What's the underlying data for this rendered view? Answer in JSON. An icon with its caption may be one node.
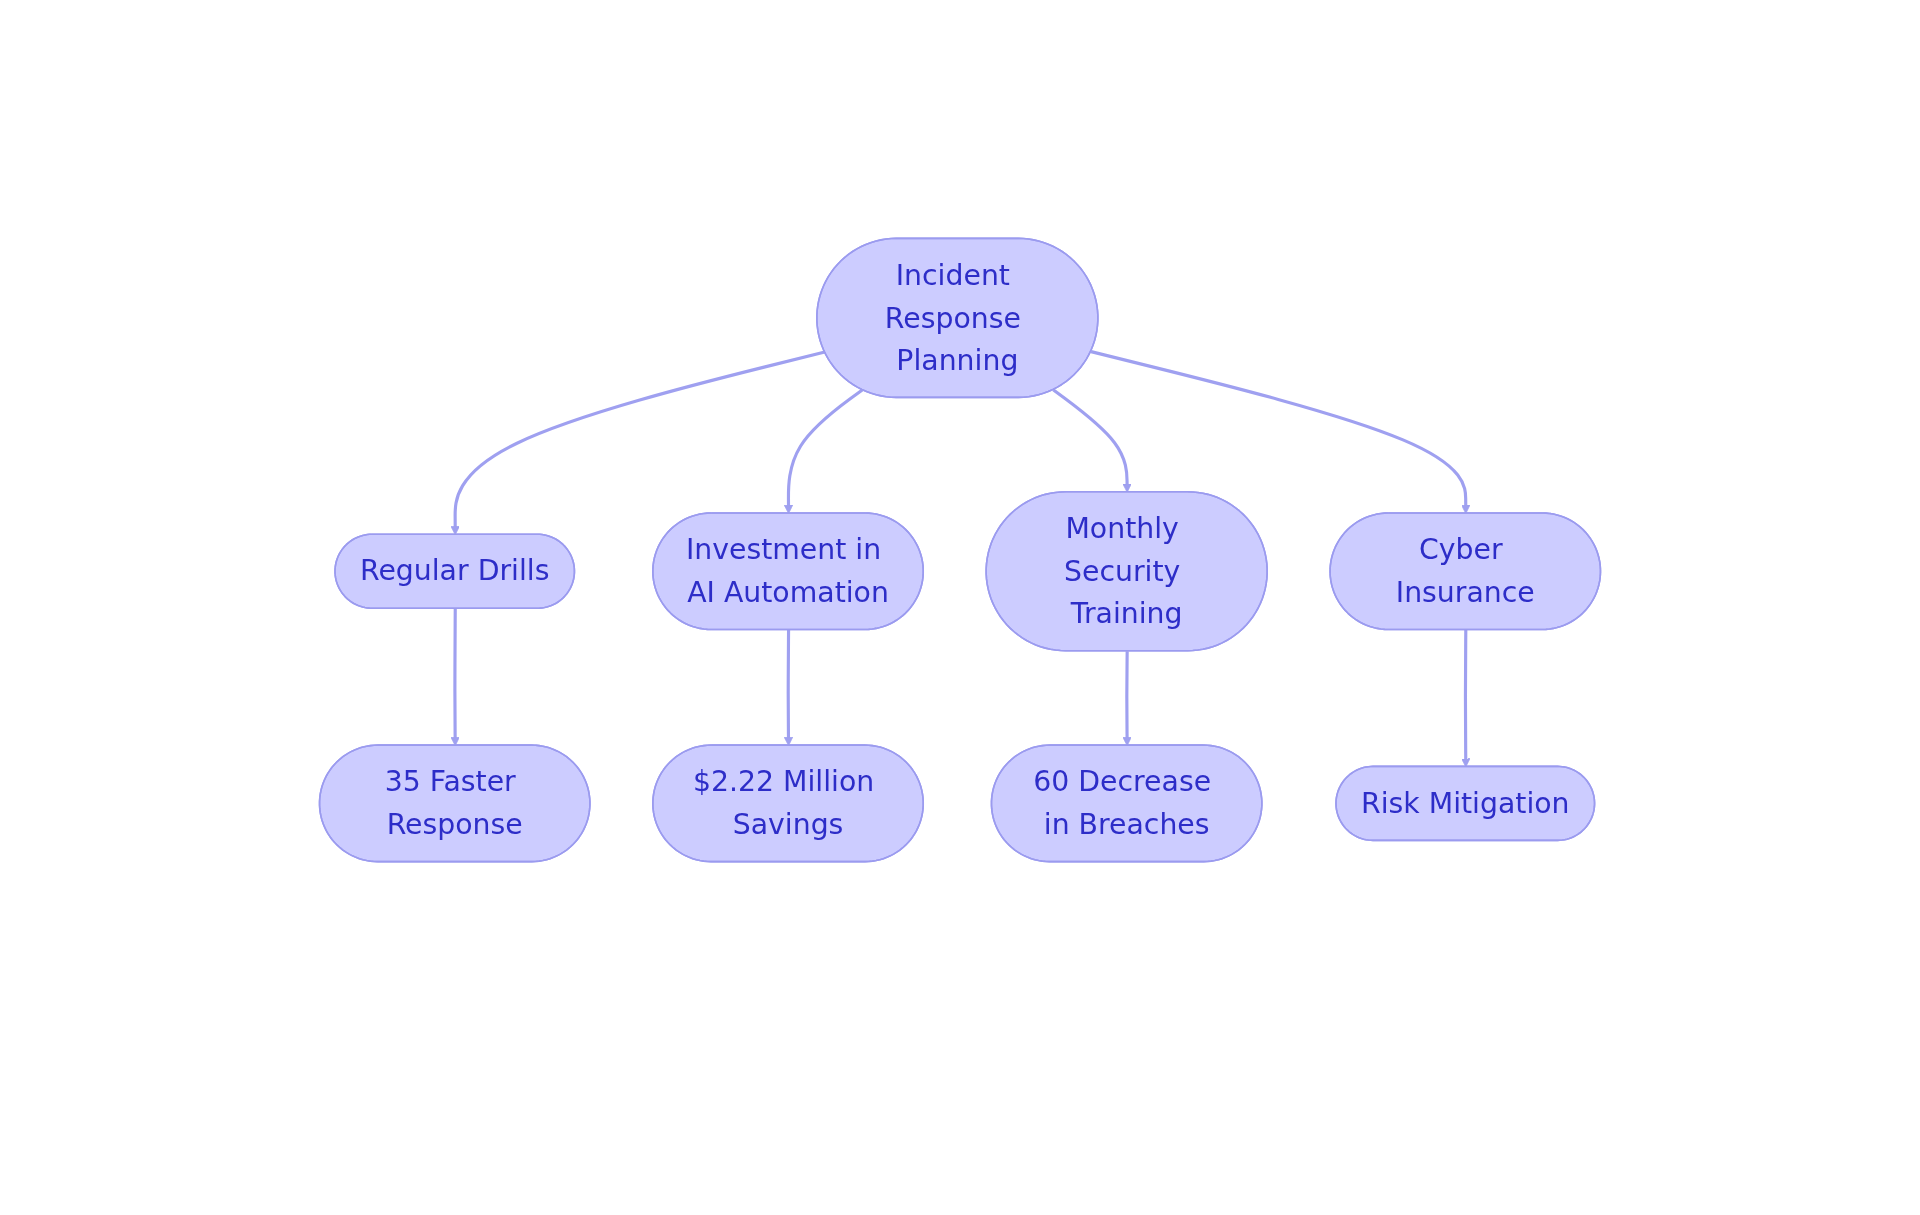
{
  "diagram": {
    "nodes": [
      {
        "text": [
          "Incident Response Planning"
        ]
      },
      {
        "text": [
          "Regular Drills"
        ]
      },
      {
        "text": [
          "Investment in AI Automation"
        ]
      },
      {
        "text": [
          "Monthly Security Training"
        ]
      },
      {
        "text": [
          "Cyber Insurance"
        ]
      },
      {
        "text": [
          "35 Faster Response"
        ]
      },
      {
        "text": [
          "$2.22 Million Savings"
        ]
      },
      {
        "text": [
          "60 Decrease in Breaches"
        ]
      },
      {
        "text": [
          "Risk Mitigation"
        ]
      }
    ],
    "edges": [
      {
        "from": 0,
        "to": 1,
        "arrow": "to"
      },
      {
        "from": 0,
        "to": 2,
        "arrow": "to"
      },
      {
        "from": 0,
        "to": 3,
        "arrow": "to"
      },
      {
        "from": 0,
        "to": 4,
        "arrow": "to"
      },
      {
        "from": 1,
        "to": 5,
        "arrow": "to"
      },
      {
        "from": 2,
        "to": 6,
        "arrow": "to"
      },
      {
        "from": 3,
        "to": 7,
        "arrow": "to"
      },
      {
        "from": 4,
        "to": 8,
        "arrow": "to"
      }
    ]
  }
}
